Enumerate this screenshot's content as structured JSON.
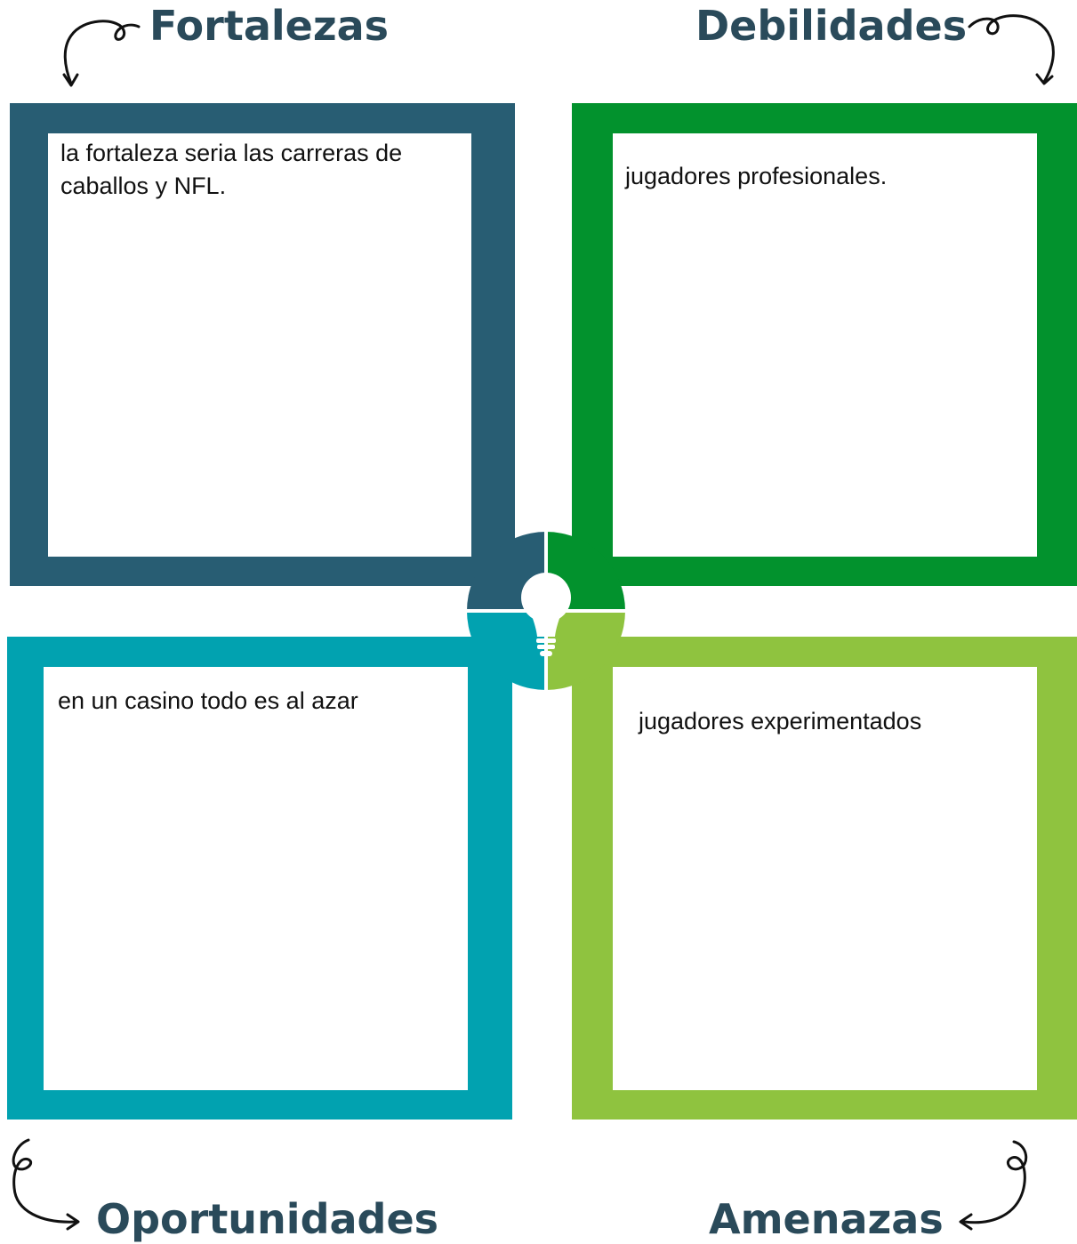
{
  "headings": {
    "fortalezas": "Fortalezas",
    "debilidades": "Debilidades",
    "oportunidades": "Oportunidades",
    "amenazas": "Amenazas"
  },
  "notes": {
    "fortalezas": "la fortaleza seria las carreras de caballos y NFL.",
    "debilidades": "jugadores profesionales.",
    "oportunidades": "en un casino todo es al azar",
    "amenazas": "jugadores experimentados"
  },
  "colors": {
    "heading_text": "#2a4a5a",
    "fortalezas": "#285d73",
    "debilidades": "#02922d",
    "oportunidades": "#01a2b0",
    "amenazas": "#8fc33f"
  },
  "icons": {
    "center": "lightbulb-icon",
    "arrows": "curly-arrow-icon"
  }
}
